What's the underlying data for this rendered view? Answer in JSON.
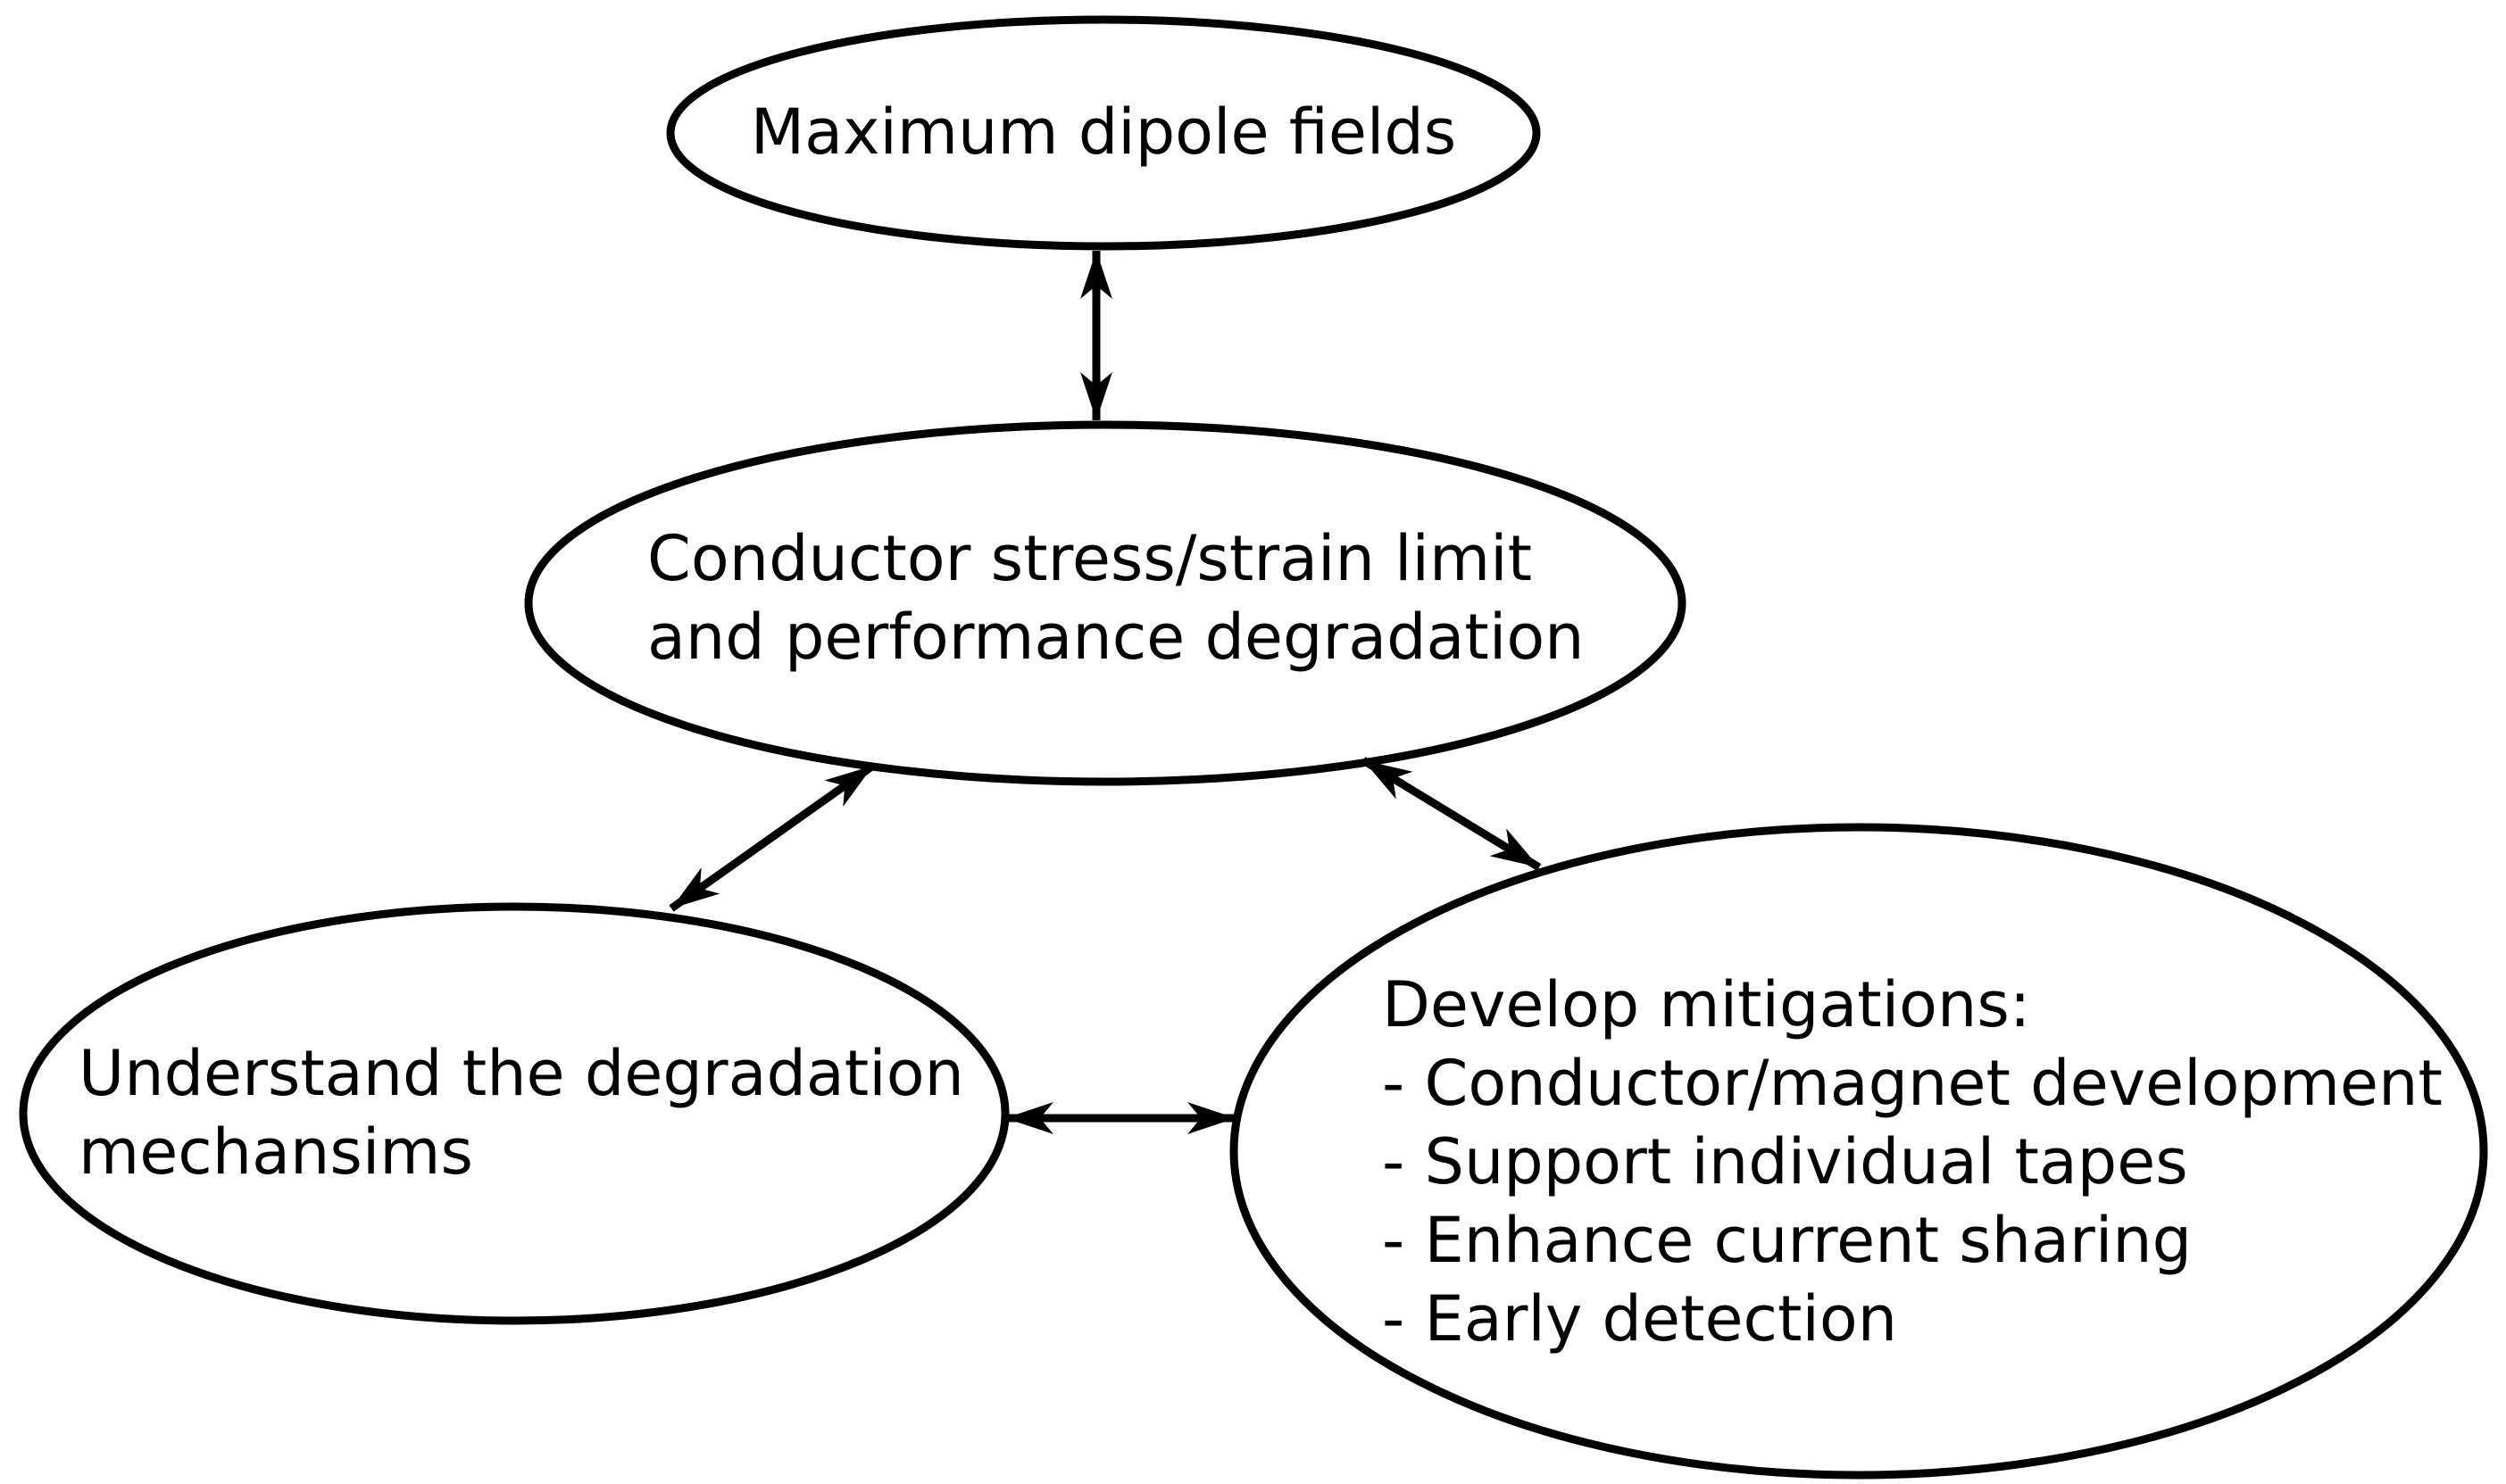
{
  "diagram": {
    "title": "Dipole field limits and degradation mitigation diagram",
    "colors": {
      "background": "#ffffff",
      "stroke": "#000000",
      "text": "#000000"
    },
    "nodes": [
      {
        "id": "maximum-dipole-fields",
        "shape": "ellipse",
        "lines": [
          "Maximum dipole fields"
        ]
      },
      {
        "id": "conductor-stress-strain",
        "shape": "ellipse",
        "lines": [
          "Conductor stress/strain limit",
          "and performance degradation"
        ]
      },
      {
        "id": "understand-degradation",
        "shape": "ellipse",
        "lines": [
          "Understand the degradation",
          "mechansims"
        ]
      },
      {
        "id": "develop-mitigations",
        "shape": "ellipse",
        "lines": [
          "Develop mitigations:",
          "- Conductor/magnet development",
          "- Support individual tapes",
          "- Enhance current sharing",
          "- Early detection"
        ]
      }
    ],
    "edges": [
      {
        "from": "maximum-dipole-fields",
        "to": "conductor-stress-strain",
        "type": "double-arrow"
      },
      {
        "from": "conductor-stress-strain",
        "to": "understand-degradation",
        "type": "double-arrow"
      },
      {
        "from": "conductor-stress-strain",
        "to": "develop-mitigations",
        "type": "double-arrow"
      },
      {
        "from": "understand-degradation",
        "to": "develop-mitigations",
        "type": "double-arrow"
      }
    ]
  }
}
